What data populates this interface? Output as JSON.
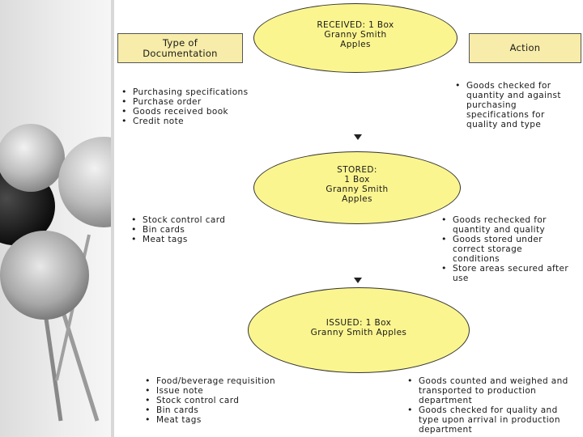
{
  "headers": {
    "documentation": "Type of Documentation",
    "action": "Action"
  },
  "stages": {
    "received": [
      "RECEIVED: 1 Box",
      "Granny Smith",
      "Apples"
    ],
    "stored": [
      "STORED:",
      "1 Box",
      "Granny Smith",
      "Apples"
    ],
    "issued": [
      "ISSUED: 1 Box",
      "Granny Smith Apples"
    ]
  },
  "documentation": {
    "received": [
      "Purchasing specifications",
      "Purchase order",
      "Goods received book",
      "Credit note"
    ],
    "stored": [
      "Stock control card",
      "Bin cards",
      "Meat tags"
    ],
    "issued": [
      "Food/beverage requisition",
      "Issue note",
      "Stock control card",
      "Bin cards",
      "Meat tags"
    ]
  },
  "actions": {
    "received": [
      "Goods checked for quantity and against purchasing specifications for quality and type"
    ],
    "stored": [
      "Goods rechecked for quantity and quality",
      "Goods stored under correct storage conditions",
      "Store areas secured after use"
    ],
    "issued": [
      "Goods counted and weighed and transported to production department",
      "Goods checked for quality and type upon arrival in production department"
    ]
  }
}
